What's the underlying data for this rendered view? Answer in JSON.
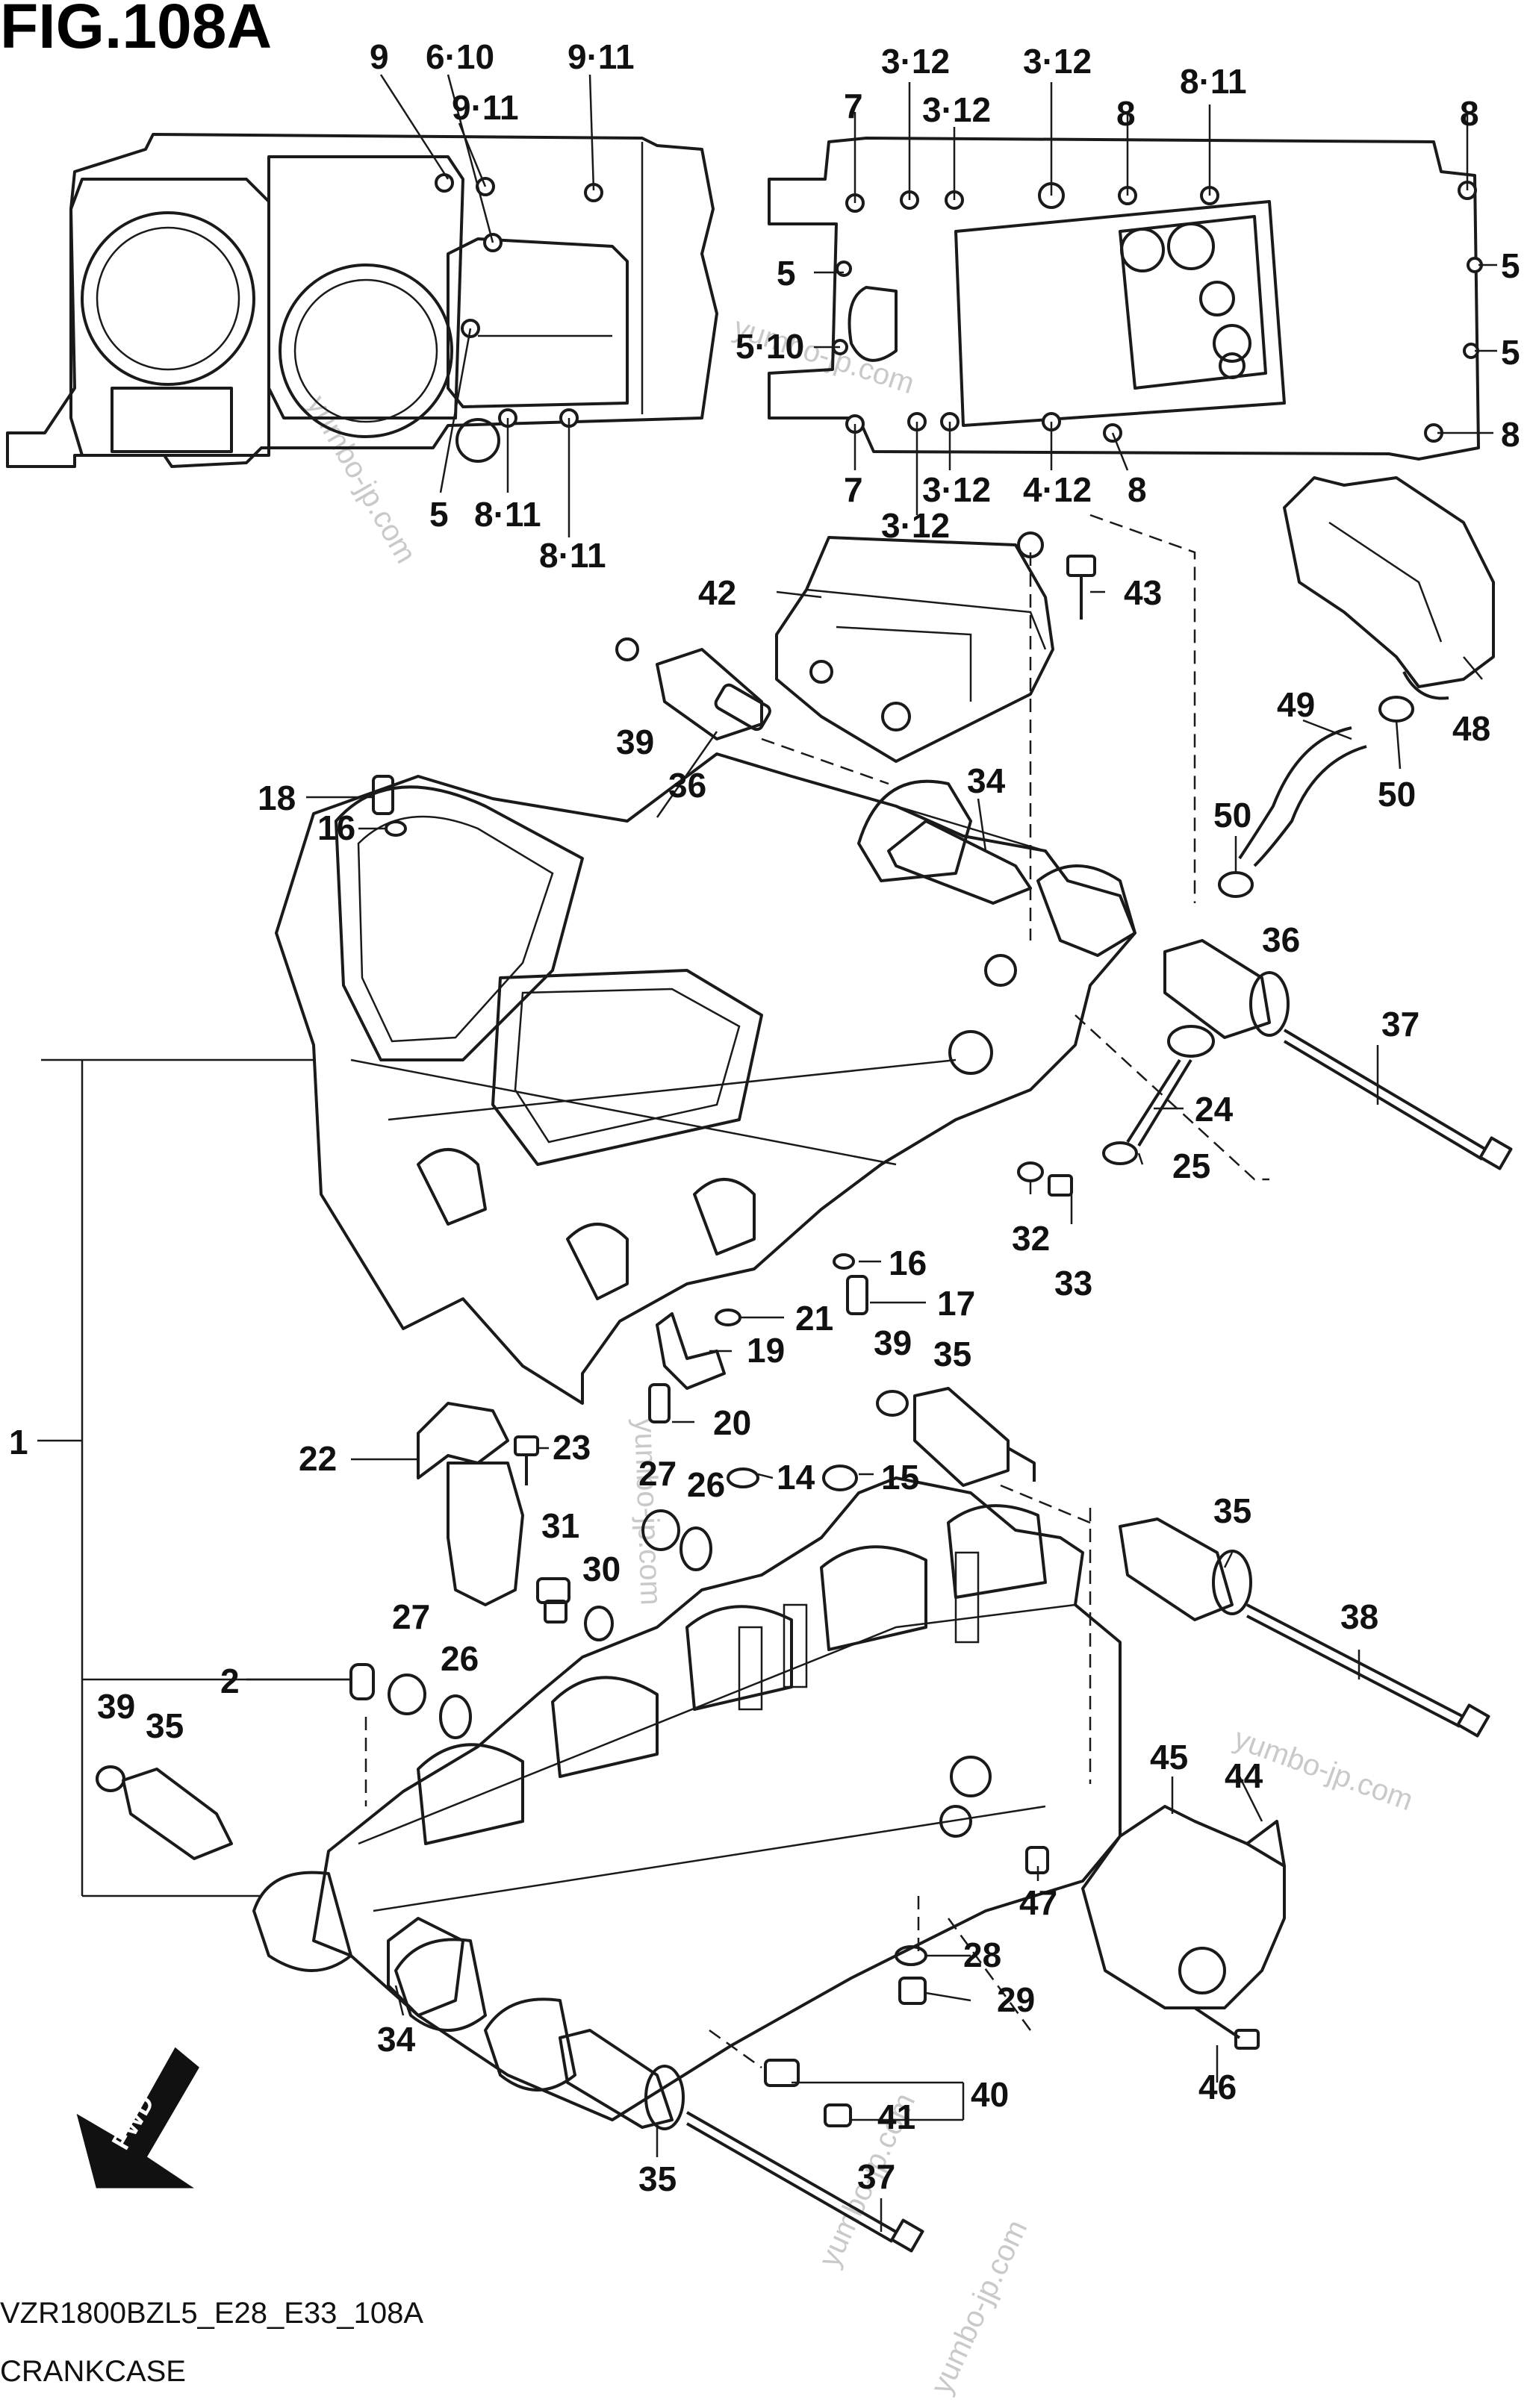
{
  "figure": {
    "title": "FIG.108A",
    "model_code": "VZR1800BZL5_E28_E33_108A",
    "section_name": "CRANKCASE",
    "fwd_badge": "FWD"
  },
  "watermarks": [
    "yumbo-jp.com",
    "yumbo-jp.com",
    "yumbo-jp.com",
    "yumbo-jp.com",
    "yumbo-jp.com",
    "yumbo-jp.com"
  ],
  "callouts": [
    "9",
    "6·10",
    "9·11",
    "9·11",
    "5",
    "8·11",
    "8·11",
    "3·12",
    "3·12",
    "3·12",
    "7",
    "8",
    "8·11",
    "8",
    "5",
    "5·10",
    "5",
    "5",
    "8",
    "7",
    "3·12",
    "4·12",
    "8",
    "3·12",
    "42",
    "43",
    "48",
    "49",
    "50",
    "50",
    "39",
    "36",
    "34",
    "18",
    "16",
    "36",
    "37",
    "24",
    "25",
    "32",
    "33",
    "16",
    "17",
    "21",
    "19",
    "20",
    "39",
    "35",
    "1",
    "22",
    "23",
    "27",
    "26",
    "14",
    "15",
    "31",
    "30",
    "35",
    "38",
    "27",
    "2",
    "26",
    "39",
    "35",
    "45",
    "44",
    "47",
    "28",
    "29",
    "34",
    "40",
    "41",
    "46",
    "35",
    "37"
  ],
  "colors": {
    "line": "#1a1a1a",
    "watermark": "#c9c9c9",
    "background": "#ffffff"
  }
}
